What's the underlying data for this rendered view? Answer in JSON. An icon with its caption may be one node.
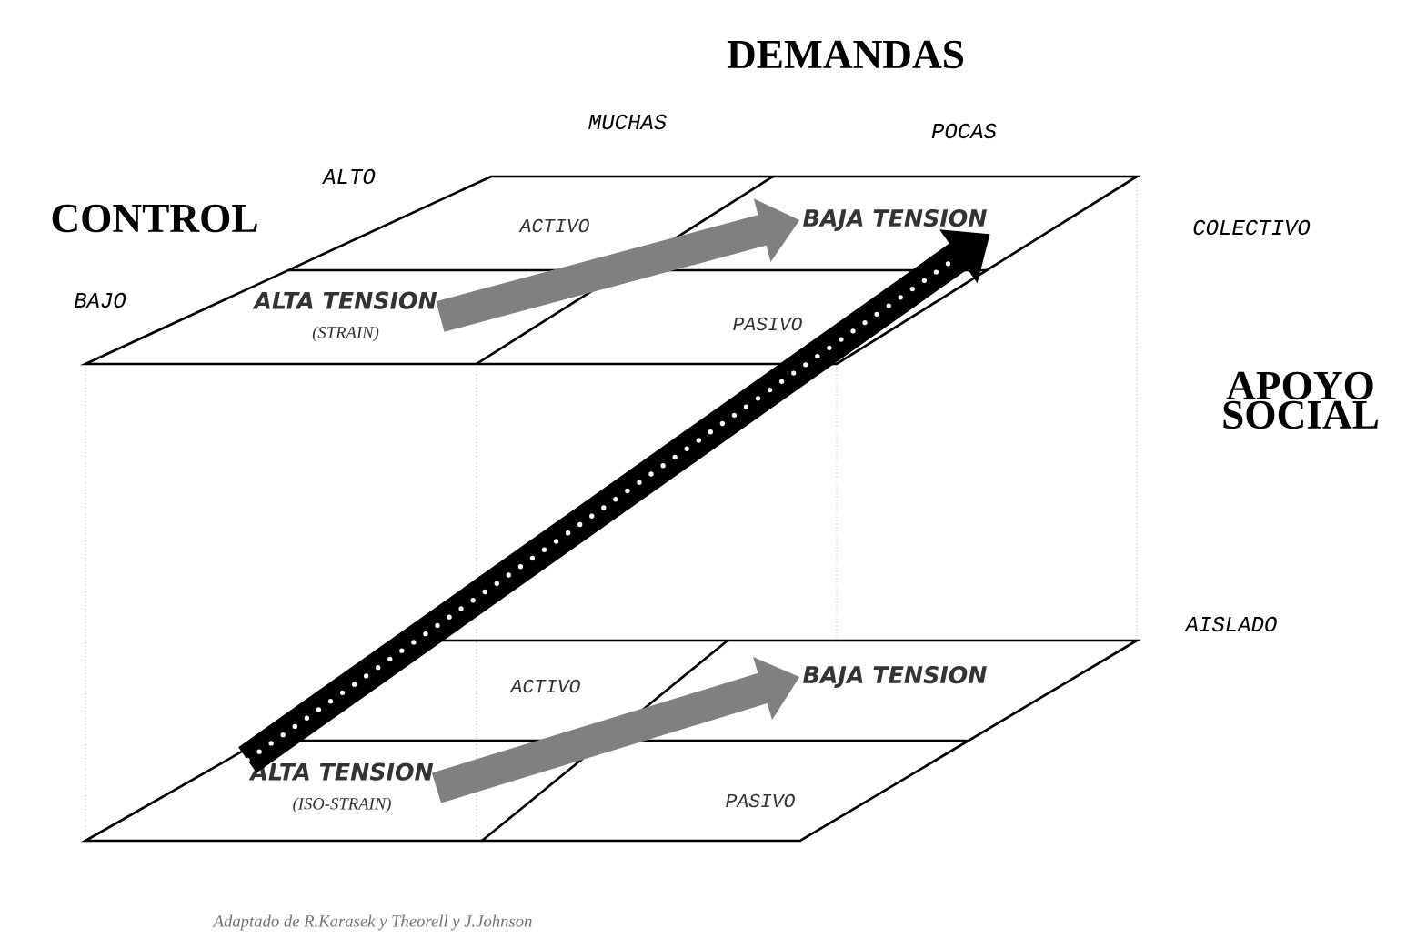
{
  "diagram": {
    "caption": "Adaptado de R.Karasek y Theorell y J.Johnson",
    "nodes": [
      {
        "text": [],
        "shape": "parallelogram"
      },
      {
        "text": [
          "ACTIVO"
        ],
        "in": 0
      },
      {
        "text": [
          "BAJA TENSION"
        ],
        "in": 0
      },
      {
        "text": [
          "ALTA TENSION",
          "(STRAIN)"
        ],
        "in": 0
      },
      {
        "text": [
          "PASIVO"
        ],
        "in": 0
      },
      {
        "text": [],
        "shape": "parallelogram"
      },
      {
        "text": [
          "ACTIVO"
        ],
        "in": 5
      },
      {
        "text": [
          "BAJA TENSION"
        ],
        "in": 5
      },
      {
        "text": [
          "ALTA TENSION",
          "(ISO-STRAIN)"
        ],
        "in": 5
      },
      {
        "text": [
          "PASIVO"
        ],
        "in": 5
      }
    ],
    "edges": [
      {
        "from": 3,
        "to": 2,
        "arrow": "to"
      },
      {
        "from": 8,
        "to": 7,
        "arrow": "to"
      },
      {
        "from": 8,
        "to": 2,
        "arrow": "to",
        "color": "#000000"
      }
    ],
    "labels": [
      "DEMANDAS",
      "MUCHAS",
      "POCAS",
      "ALTO",
      "CONTROL",
      "COLECTIVO",
      "BAJO",
      "APOYO SOCIAL",
      "AISLADO"
    ]
  }
}
